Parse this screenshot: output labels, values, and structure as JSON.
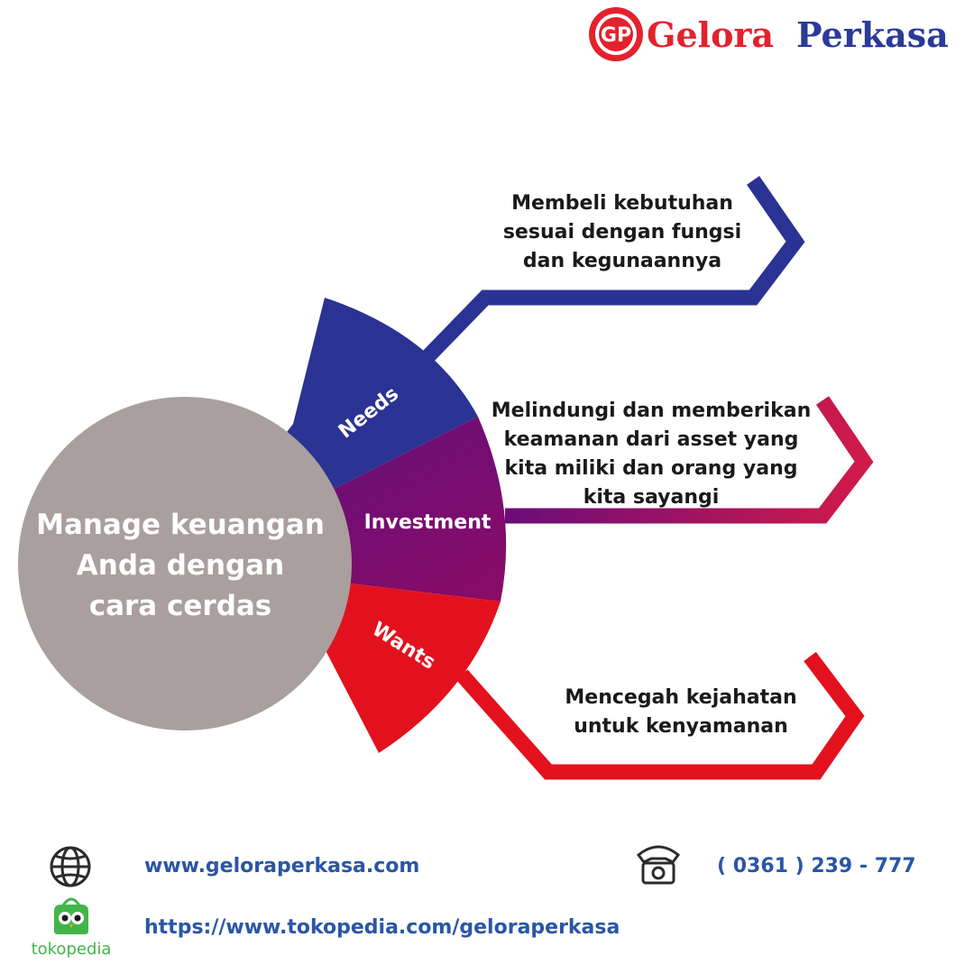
{
  "brand": {
    "name_part1": "Gelora",
    "name_part2": "Perkasa",
    "logo_mark": "GP",
    "color_red": "#e3222d",
    "color_blue": "#2a3a9a"
  },
  "center": {
    "lines": [
      "Manage keuangan",
      "Anda dengan",
      "cara cerdas"
    ],
    "color": "#a99f9e"
  },
  "segments": [
    {
      "label": "Needs",
      "color": "#2a3393"
    },
    {
      "label": "Investment",
      "color": "#7a1070"
    },
    {
      "label": "Wants",
      "color": "#e3111d"
    }
  ],
  "descriptions": {
    "needs": [
      "Membeli kebutuhan",
      "sesuai dengan fungsi",
      "dan kegunaannya"
    ],
    "investment": [
      "Melindungi dan memberikan",
      "keamanan dari asset yang",
      "kita miliki dan orang yang",
      "kita sayangi"
    ],
    "wants": [
      "Mencegah kejahatan",
      "untuk kenyamanan"
    ]
  },
  "footer": {
    "website": "www.geloraperkasa.com",
    "phone": "( 0361 ) 239 - 777",
    "tokopedia_url": "https://www.tokopedia.com/geloraperkasa",
    "tokopedia_label": "tokopedia",
    "icons": [
      "globe-icon",
      "telephone-icon",
      "tokopedia-owl-icon"
    ]
  }
}
